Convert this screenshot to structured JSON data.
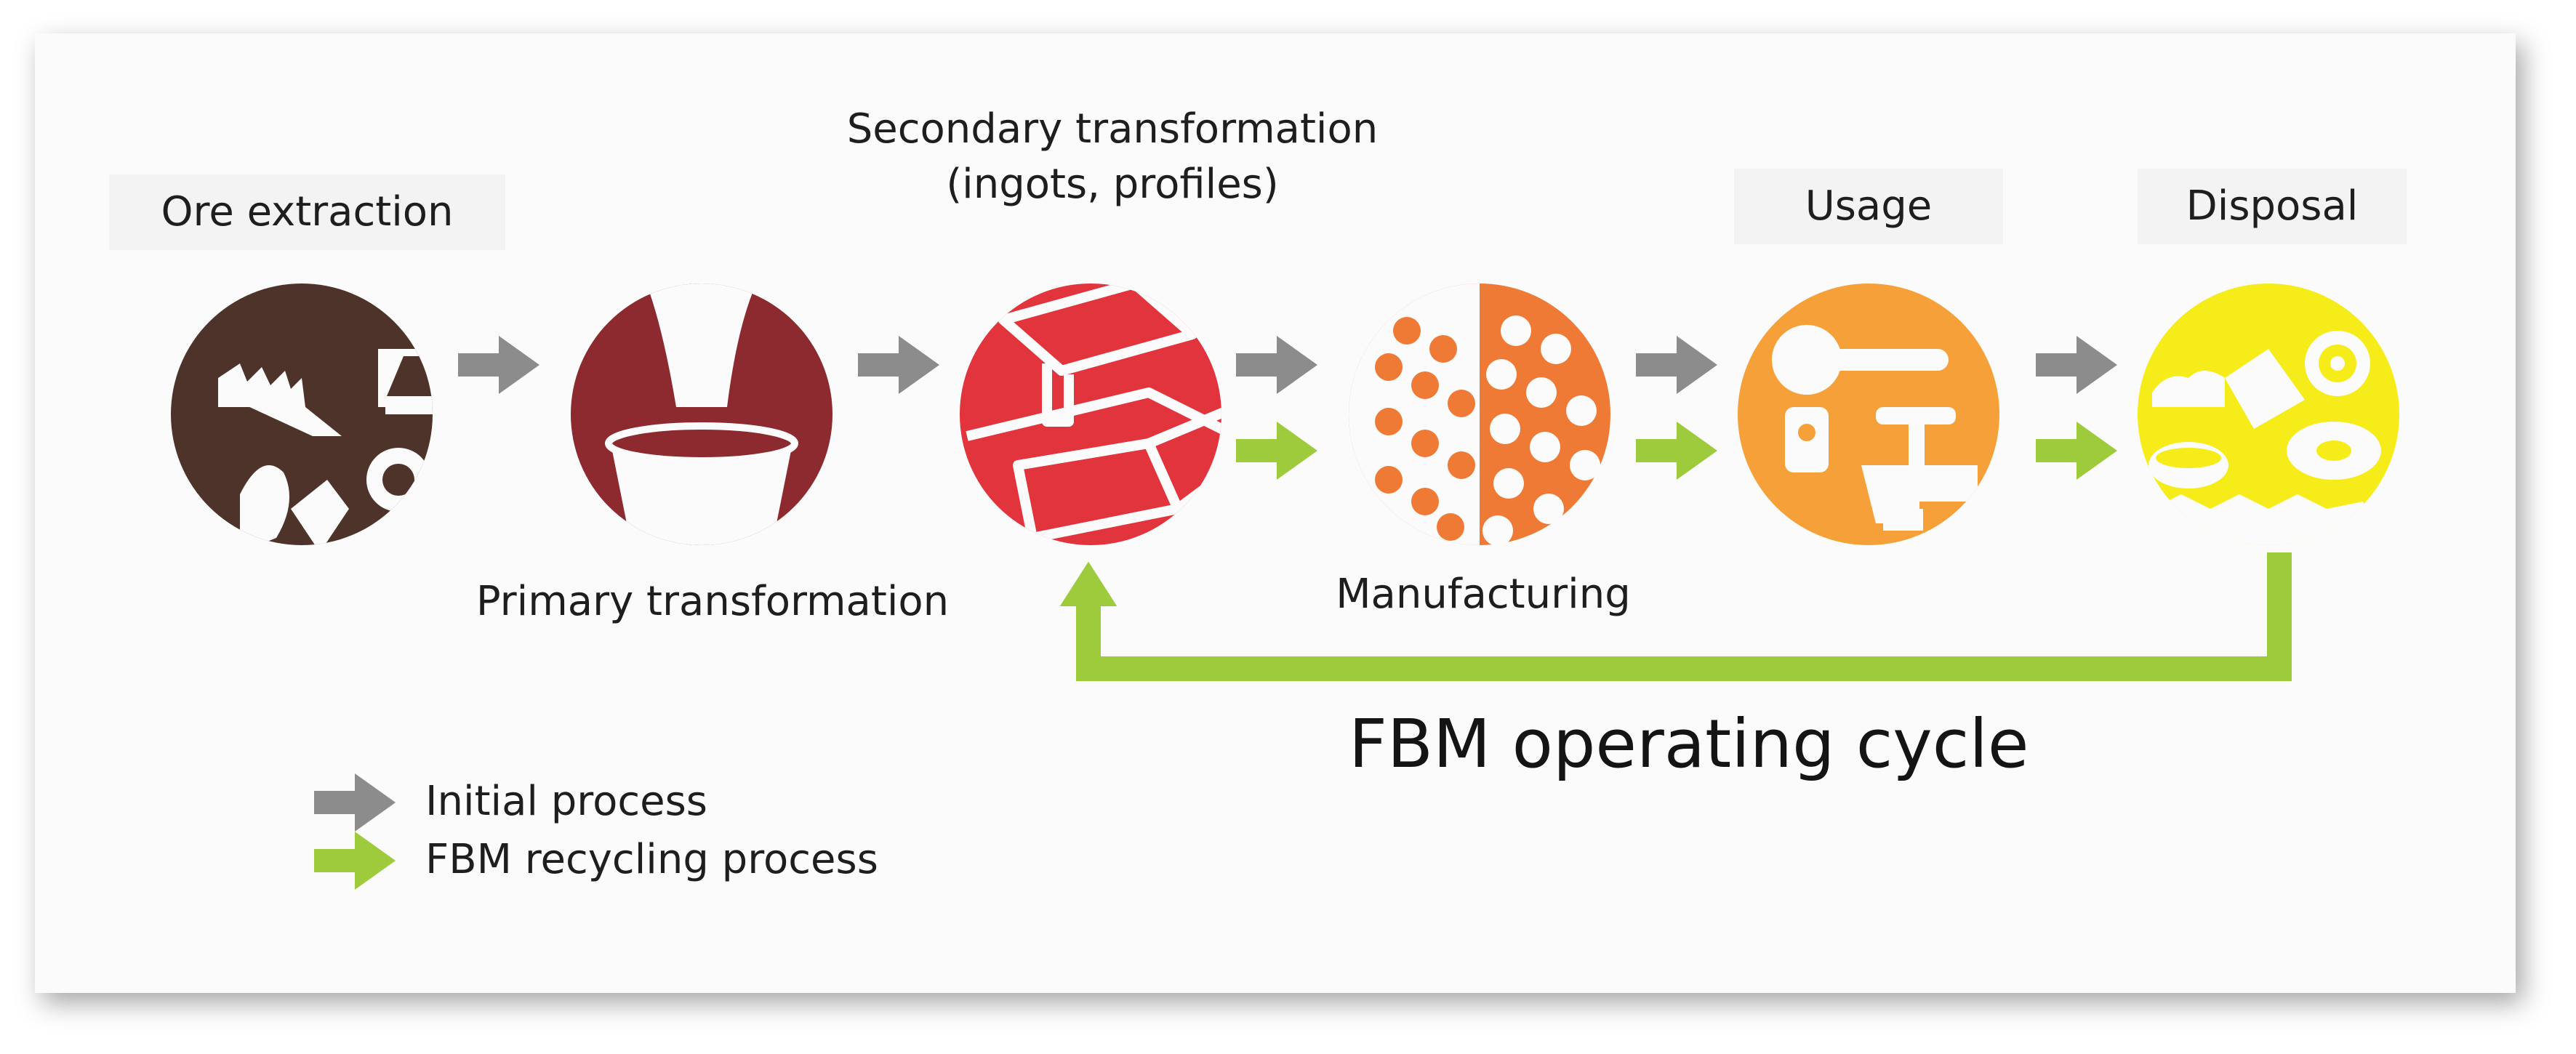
{
  "stages": {
    "ore_extraction": "Ore extraction",
    "primary_transformation": "Primary transformation",
    "secondary_transformation_line1": "Secondary transformation",
    "secondary_transformation_line2": "(ingots, profiles)",
    "manufacturing": "Manufacturing",
    "usage": "Usage",
    "disposal": "Disposal"
  },
  "cycle_title": "FBM operating cycle",
  "legend": {
    "initial": "Initial process",
    "recycling": "FBM recycling process"
  },
  "colors": {
    "initial_arrow": "#8c8c8c",
    "recycling_arrow": "#9dcb3c",
    "ore_extraction": "#4e332b",
    "primary_transformation": "#8c2a30",
    "secondary_transformation": "#e2343d",
    "manufacturing": "#ee7a35",
    "usage": "#f6a03a",
    "disposal": "#f6ec1a"
  }
}
